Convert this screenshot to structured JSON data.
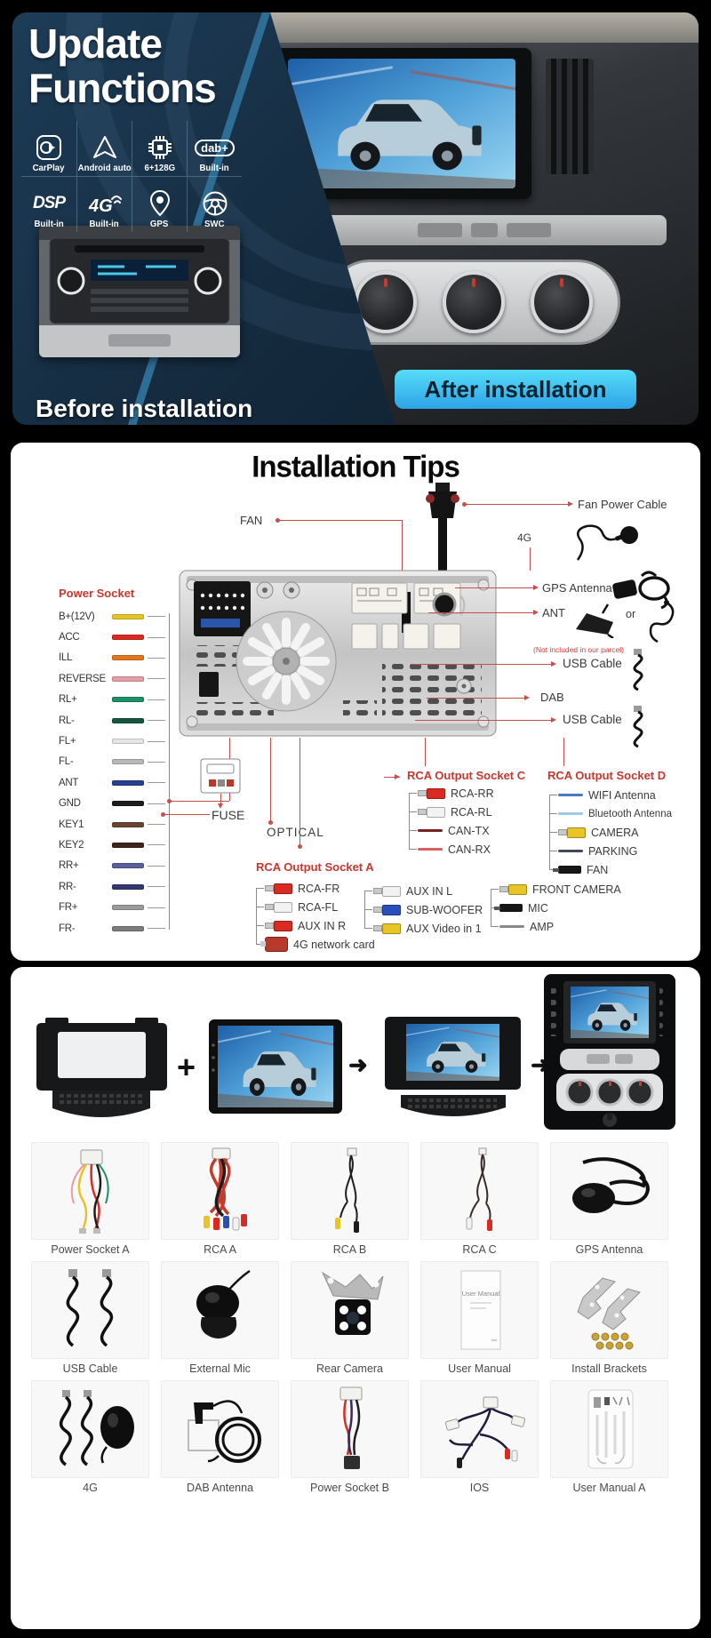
{
  "hero": {
    "title_line1": "Update",
    "title_line2": "Functions",
    "badges1": [
      {
        "label": "CarPlay"
      },
      {
        "label": "Android auto"
      },
      {
        "label": "6+128G"
      },
      {
        "label": "Built-in",
        "text": "dab+"
      }
    ],
    "badges2": [
      {
        "label": "Built-in",
        "text": "DSP"
      },
      {
        "label": "Built-in",
        "text": "4G"
      },
      {
        "label": "GPS"
      },
      {
        "label": "SWC"
      }
    ],
    "before_label": "Before installation",
    "after_label": "After installation",
    "accent_cyan": "#3fc6f2",
    "bg_navy": "#16293c"
  },
  "tips": {
    "title": "Installation Tips",
    "fan": "FAN",
    "fan_power_cable": "Fan Power Cable",
    "fourg": "4G",
    "power_socket": {
      "header": "Power Socket",
      "wires": [
        {
          "label": "B+(12V)",
          "color": "#e6c327"
        },
        {
          "label": "ACC",
          "color": "#d92b21"
        },
        {
          "label": "ILL",
          "color": "#e2761b"
        },
        {
          "label": "REVERSE",
          "color": "#e79ba4"
        },
        {
          "label": "RL+",
          "color": "#1e8f68"
        },
        {
          "label": "RL-",
          "color": "#14563e"
        },
        {
          "label": "FL+",
          "color": "#e6e6e6"
        },
        {
          "label": "FL-",
          "color": "#b9b9b9"
        },
        {
          "label": "ANT",
          "color": "#27408f"
        },
        {
          "label": "GND",
          "color": "#1d1d1d"
        },
        {
          "label": "KEY1",
          "color": "#6d4434"
        },
        {
          "label": "KEY2",
          "color": "#3e241d"
        },
        {
          "label": "RR+",
          "color": "#5a5f9e"
        },
        {
          "label": "RR-",
          "color": "#35386e"
        },
        {
          "label": "FR+",
          "color": "#9a9a9a"
        },
        {
          "label": "FR-",
          "color": "#7d7d7d"
        }
      ]
    },
    "right_labels": {
      "gps_antenna": "GPS Antenna",
      "ant": "ANT",
      "or": "or",
      "not_included": "(Not included in our parcel)",
      "usb_cable_1": "USB Cable",
      "dab": "DAB",
      "usb_cable_2": "USB Cable"
    },
    "fuse": "FUSE",
    "optical": "OPTICAL",
    "socket_c": {
      "header": "RCA Output Socket C",
      "items": [
        {
          "label": "RCA-RR",
          "color": "#d92b21"
        },
        {
          "label": "RCA-RL",
          "color": "#f2f2f2"
        },
        {
          "label": "CAN-TX",
          "color": "#7a2020"
        },
        {
          "label": "CAN-RX",
          "color": "#d96060"
        }
      ]
    },
    "socket_d": {
      "header": "RCA Output Socket D",
      "items": [
        {
          "label": "WIFI Antenna",
          "color": "#4a78c2"
        },
        {
          "label": "Bluetooth Antenna",
          "color": "#9ec7e8"
        },
        {
          "label": "CAMERA",
          "color": "#e8c427"
        },
        {
          "label": "PARKING",
          "color": "#444a55"
        },
        {
          "label": "FAN",
          "color": "#1d1d1d"
        }
      ]
    },
    "socket_a": {
      "header": "RCA Output Socket A",
      "items": [
        {
          "label": "RCA-FR",
          "color": "#d92b21"
        },
        {
          "label": "RCA-FL",
          "color": "#f2f2f2"
        },
        {
          "label": "AUX IN R",
          "color": "#d92b21"
        },
        {
          "label": "4G network card",
          "color": "#b8382a"
        }
      ]
    },
    "aux_group": {
      "items": [
        {
          "label": "AUX IN L",
          "color": "#f2f2f2"
        },
        {
          "label": "SUB-WOOFER",
          "color": "#2b4fb8"
        },
        {
          "label": "AUX Video in 1",
          "color": "#e8c427"
        }
      ]
    },
    "out_group": {
      "items": [
        {
          "label": "FRONT CAMERA",
          "color": "#e8c427"
        },
        {
          "label": "MIC",
          "color": "#1d1d1d"
        },
        {
          "label": "AMP",
          "color": "#8a8a8a"
        }
      ]
    }
  },
  "package": {
    "plus": "+",
    "arrow": "➜",
    "items": [
      "Power Socket A",
      "RCA  A",
      "RCA  B",
      "RCA  C",
      "GPS Antenna",
      "USB Cable",
      "External Mic",
      "Rear Camera",
      "User Manual",
      "Install Brackets",
      "4G",
      "DAB Antenna",
      "Power Socket B",
      "IOS",
      "User Manual A"
    ]
  }
}
